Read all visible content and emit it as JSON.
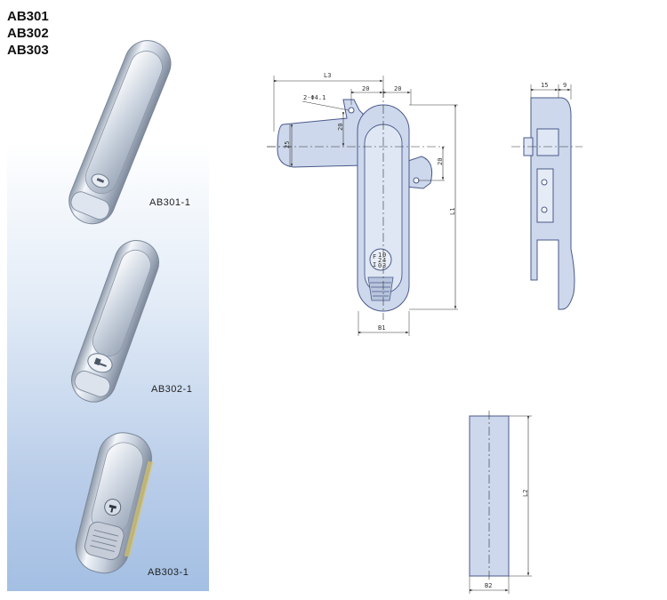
{
  "products": {
    "titles": [
      "AB301",
      "AB302",
      "AB303"
    ],
    "variants": [
      {
        "label": "AB301-1"
      },
      {
        "label": "AB302-1"
      },
      {
        "label": "AB303-1"
      }
    ]
  },
  "drawing": {
    "front_view": {
      "l3": "L3",
      "hole_spec": "2-Φ4.1",
      "w20_left": "20",
      "w20_right": "20",
      "v25": "25",
      "v20_mid": "20",
      "v20_right": "20",
      "l1": "L1",
      "b1": "B1",
      "key_marks": [
        "F",
        "I",
        "1",
        "2",
        "0",
        "0",
        "4",
        "3"
      ]
    },
    "side_view": {
      "d15": "15",
      "d9": "9"
    },
    "section_view": {
      "l2": "L2",
      "b2": "B2"
    }
  },
  "colors": {
    "line": "#4a5a8a",
    "fill": "#cdd8ec",
    "metal_light": "#f2f5fa",
    "metal_mid": "#c9d2de",
    "metal_dark": "#8d99aa"
  }
}
